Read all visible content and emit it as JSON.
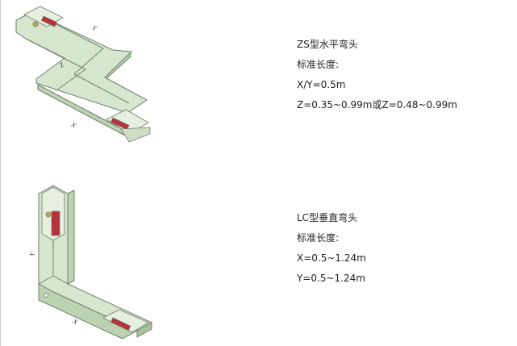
{
  "products": [
    {
      "title": "ZS型水平弯头",
      "length_heading": "标准长度:",
      "dimensions": [
        "X/Y=0.5m",
        "Z=0.35~0.99m或Z=0.48~0.99m"
      ],
      "axis_labels": {
        "y": "Y",
        "z": "Z",
        "x": "X"
      }
    },
    {
      "title": "LC型垂直弯头",
      "length_heading": "标准长度:",
      "dimensions": [
        "X=0.5~1.24m",
        "Y=0.5~1.24m"
      ],
      "axis_labels": {
        "y": "Y",
        "x": "X"
      }
    }
  ],
  "colors": {
    "housing_face": "#d7e6cf",
    "housing_side": "#bcd3b1",
    "outline": "#6f7f6a",
    "conductor": "#b8323a"
  }
}
